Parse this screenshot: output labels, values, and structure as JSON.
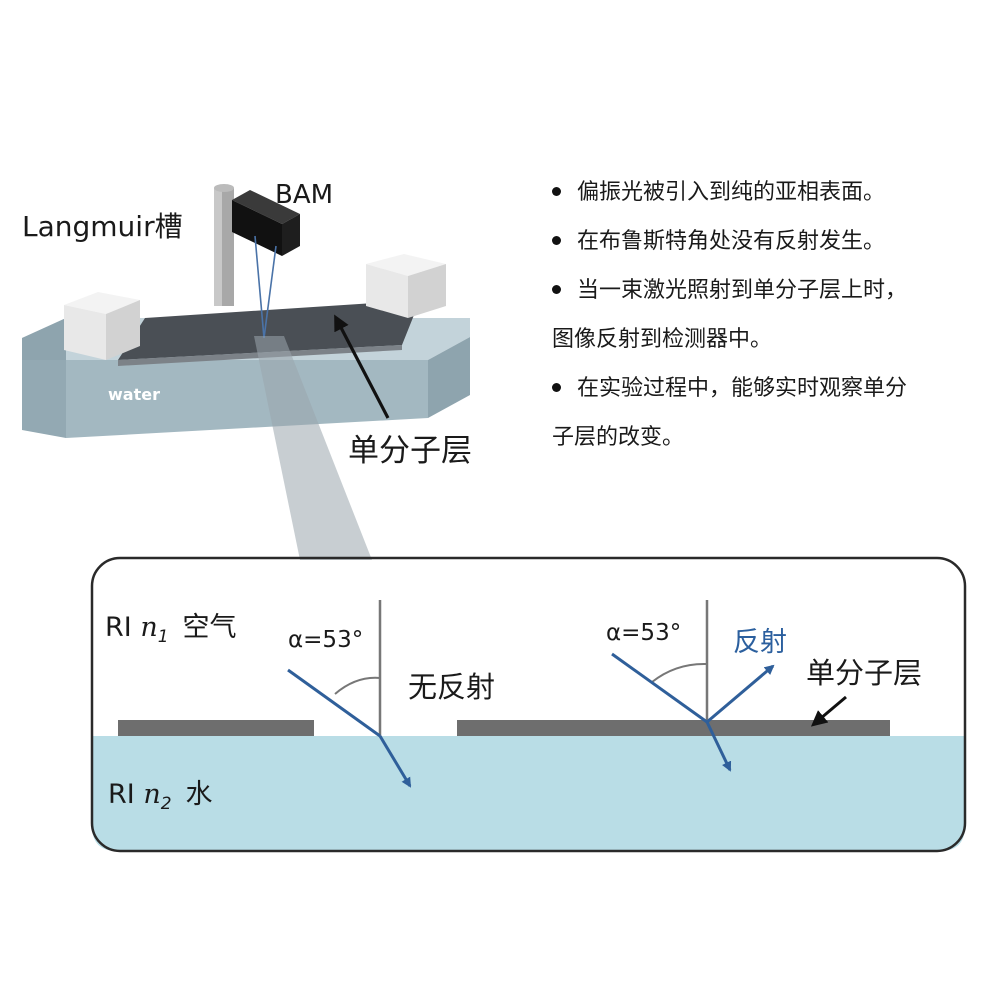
{
  "top": {
    "trough_label": "Langmuir槽",
    "bam_label": "BAM",
    "water_label": "water",
    "monolayer_label": "单分子层"
  },
  "bullets": [
    {
      "text": "偏振光被引入到纯的亚相表面。"
    },
    {
      "text": "在布鲁斯特角处没有反射发生。"
    },
    {
      "text": "当一束激光照射到单分子层上时，",
      "continuation": "图像反射到检测器中。"
    },
    {
      "text": "在实验过程中，能够实时观察单分",
      "continuation": "子层的改变。"
    }
  ],
  "panel": {
    "ri1": {
      "prefix": "RI",
      "var": "n",
      "sub": "1",
      "medium": "空气"
    },
    "ri2": {
      "prefix": "RI",
      "var": "n",
      "sub": "2",
      "medium": "水"
    },
    "left_angle": "α=53°",
    "right_angle": "α=53°",
    "no_reflection": "无反射",
    "reflection": "反射",
    "monolayer": "单分子层"
  },
  "colors": {
    "water": "#b9dde6",
    "tank_front": "#9fb4bd",
    "tank_top": "#c3d3da",
    "monolayer": "#6e6e6e",
    "beam": "#2f5f9a",
    "panel_border": "#2a2a2a"
  }
}
